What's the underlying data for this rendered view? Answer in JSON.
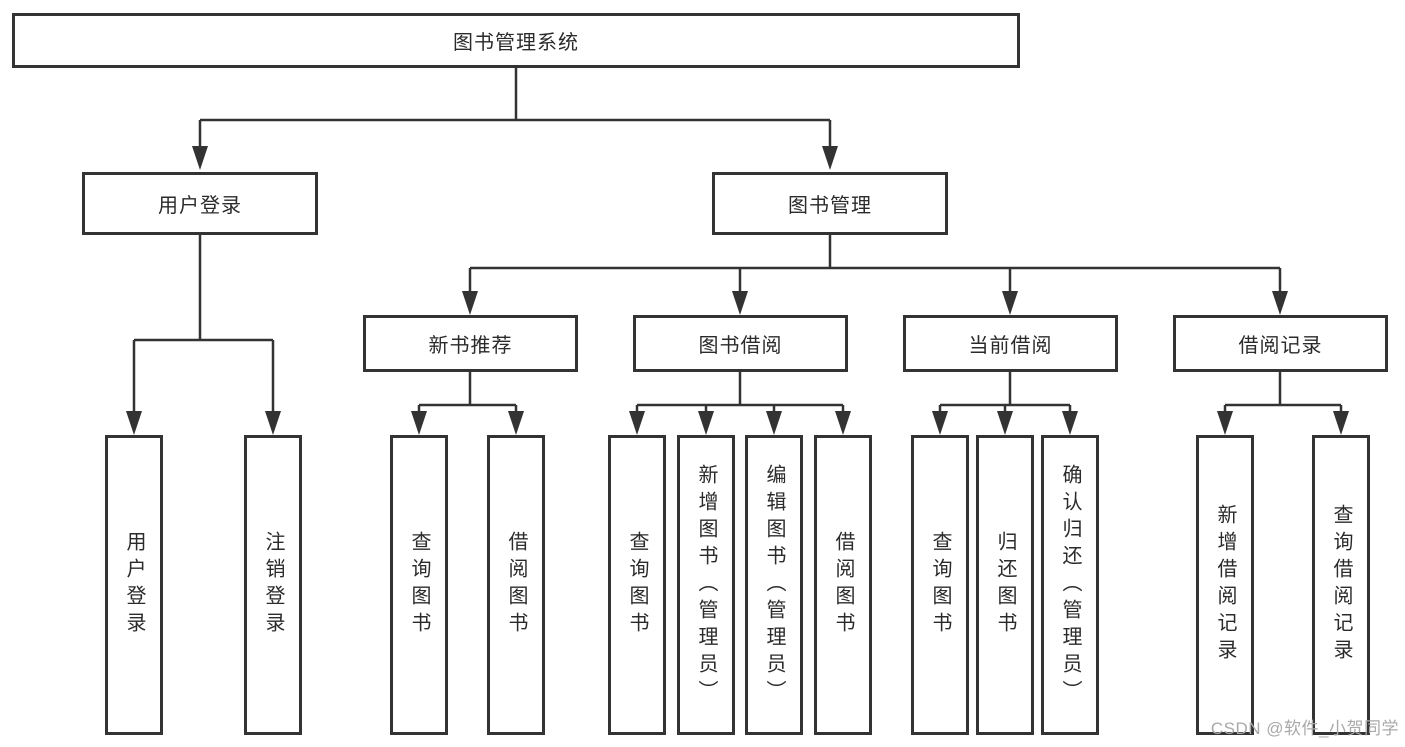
{
  "diagram": {
    "root": {
      "label": "图书管理系统"
    },
    "level2": [
      {
        "label": "用户登录"
      },
      {
        "label": "图书管理"
      }
    ],
    "level3": [
      {
        "label": "新书推荐",
        "parent": "图书管理"
      },
      {
        "label": "图书借阅",
        "parent": "图书管理"
      },
      {
        "label": "当前借阅",
        "parent": "图书管理"
      },
      {
        "label": "借阅记录",
        "parent": "图书管理"
      }
    ],
    "leaves": [
      {
        "label": "用户登录",
        "parent": "用户登录"
      },
      {
        "label": "注销登录",
        "parent": "用户登录"
      },
      {
        "label": "查询图书",
        "parent": "新书推荐"
      },
      {
        "label": "借阅图书",
        "parent": "新书推荐"
      },
      {
        "label": "查询图书",
        "parent": "图书借阅"
      },
      {
        "label": "新增图书（管理员）",
        "parent": "图书借阅"
      },
      {
        "label": "编辑图书（管理员）",
        "parent": "图书借阅"
      },
      {
        "label": "借阅图书",
        "parent": "图书借阅"
      },
      {
        "label": "查询图书",
        "parent": "当前借阅"
      },
      {
        "label": "归还图书",
        "parent": "当前借阅"
      },
      {
        "label": "确认归还（管理员）",
        "parent": "当前借阅"
      },
      {
        "label": "新增借阅记录",
        "parent": "借阅记录"
      },
      {
        "label": "查询借阅记录",
        "parent": "借阅记录"
      }
    ]
  },
  "watermark": "CSDN @软件_小贺同学",
  "colors": {
    "line": "#333333",
    "box_border": "#333333",
    "text": "#2b2b2b",
    "background": "#ffffff",
    "watermark": "#a9a9a9"
  }
}
